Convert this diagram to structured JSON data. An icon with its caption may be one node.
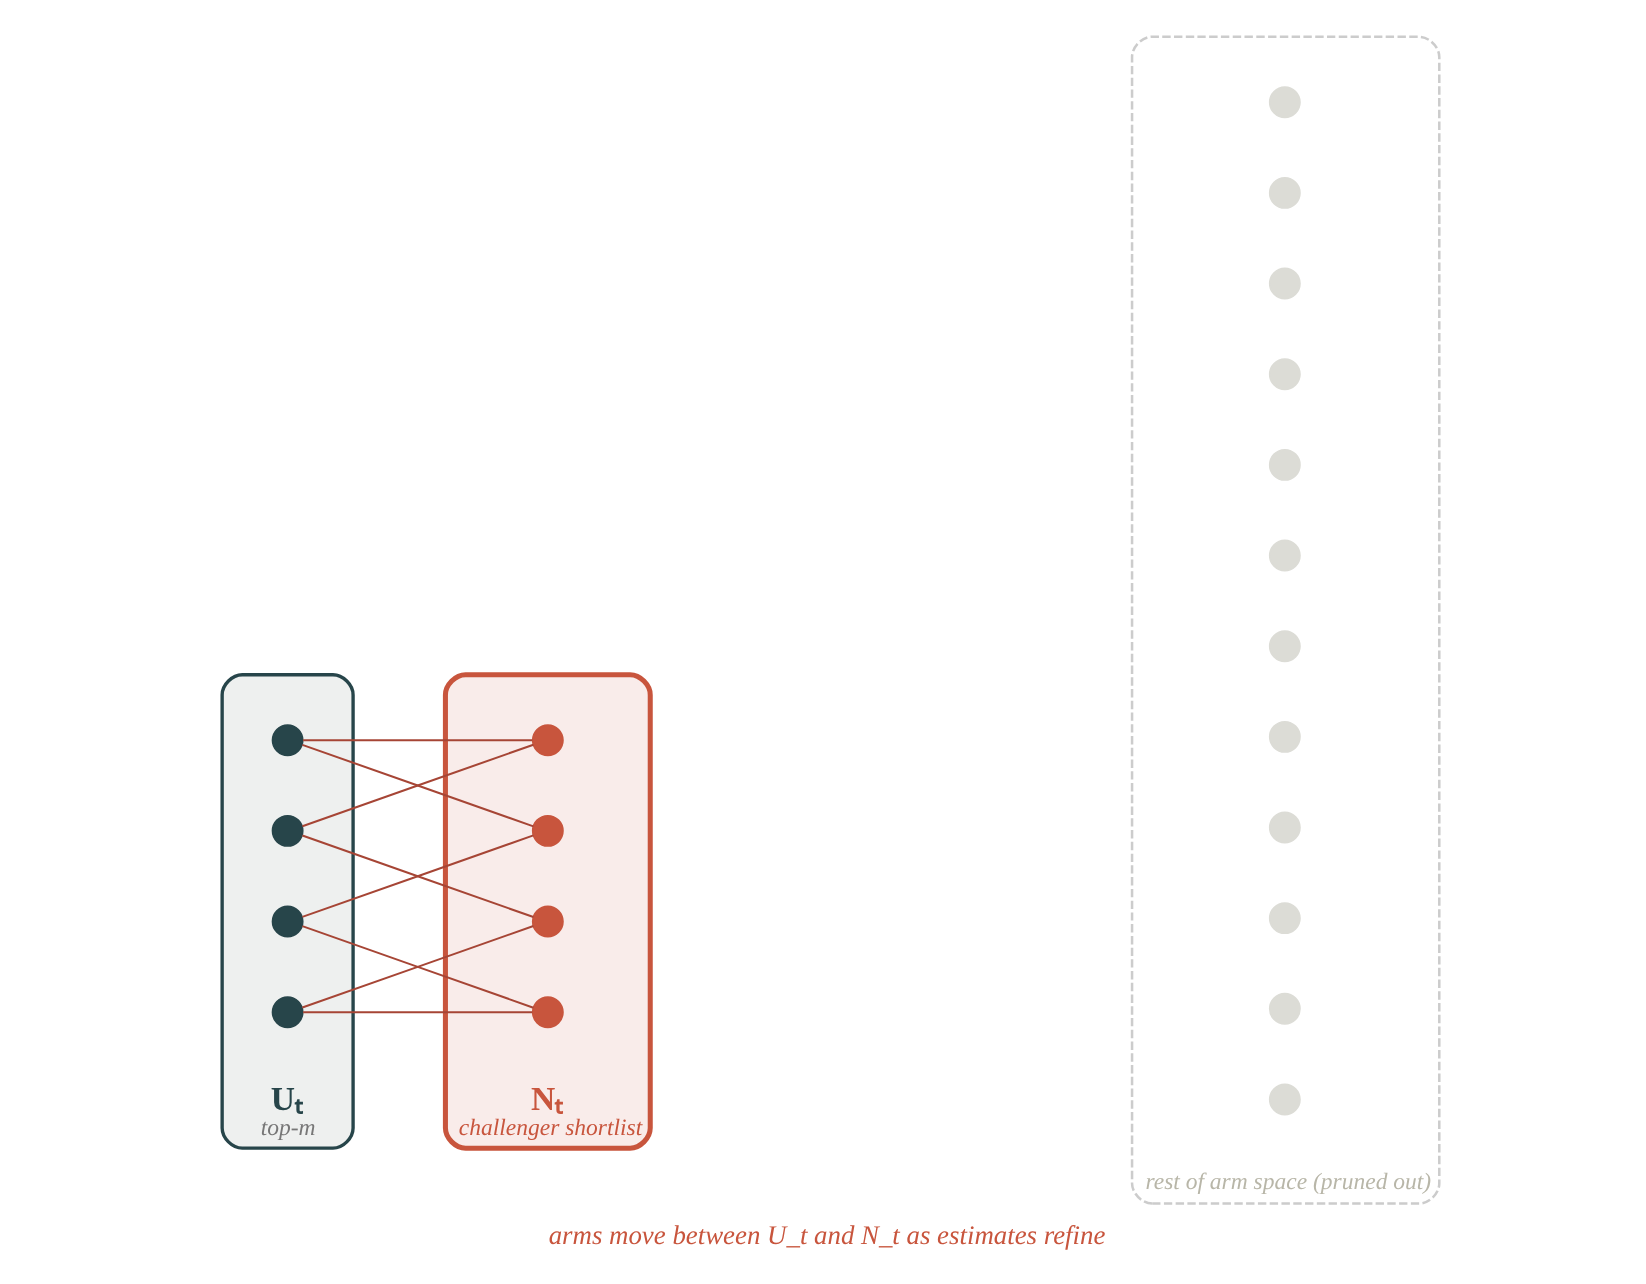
{
  "diagram": {
    "caption": "arms move between U_t and N_t as estimates refine",
    "nodes": [
      {
        "text": [
          "Uₜ",
          "top-m"
        ]
      },
      {
        "text": [],
        "shape": "circle",
        "in": 0
      },
      {
        "text": [],
        "shape": "circle",
        "in": 0
      },
      {
        "text": [],
        "shape": "circle",
        "in": 0
      },
      {
        "text": [],
        "shape": "circle",
        "in": 0
      },
      {
        "text": [
          "Nₜ",
          "challenger shortlist"
        ]
      },
      {
        "text": [],
        "shape": "circle",
        "in": 5
      },
      {
        "text": [],
        "shape": "circle",
        "in": 5
      },
      {
        "text": [],
        "shape": "circle",
        "in": 5
      },
      {
        "text": [],
        "shape": "circle",
        "in": 5
      },
      {
        "text": [
          "rest of arm space (pruned out)"
        ]
      },
      {
        "text": [],
        "shape": "circle",
        "in": 10
      },
      {
        "text": [],
        "shape": "circle",
        "in": 10
      },
      {
        "text": [],
        "shape": "circle",
        "in": 10
      },
      {
        "text": [],
        "shape": "circle",
        "in": 10
      },
      {
        "text": [],
        "shape": "circle",
        "in": 10
      },
      {
        "text": [],
        "shape": "circle",
        "in": 10
      },
      {
        "text": [],
        "shape": "circle",
        "in": 10
      },
      {
        "text": [],
        "shape": "circle",
        "in": 10
      },
      {
        "text": [],
        "shape": "circle",
        "in": 10
      },
      {
        "text": [],
        "shape": "circle",
        "in": 10
      },
      {
        "text": [],
        "shape": "circle",
        "in": 10
      },
      {
        "text": [],
        "shape": "circle",
        "in": 10
      }
    ],
    "edges": [
      {
        "from": 1,
        "to": 6,
        "arrow": "none"
      },
      {
        "from": 1,
        "to": 7,
        "arrow": "none"
      },
      {
        "from": 2,
        "to": 6,
        "arrow": "none"
      },
      {
        "from": 2,
        "to": 8,
        "arrow": "none"
      },
      {
        "from": 3,
        "to": 7,
        "arrow": "none"
      },
      {
        "from": 3,
        "to": 9,
        "arrow": "none"
      },
      {
        "from": 4,
        "to": 8,
        "arrow": "none"
      },
      {
        "from": 4,
        "to": 9,
        "arrow": "none"
      }
    ]
  }
}
